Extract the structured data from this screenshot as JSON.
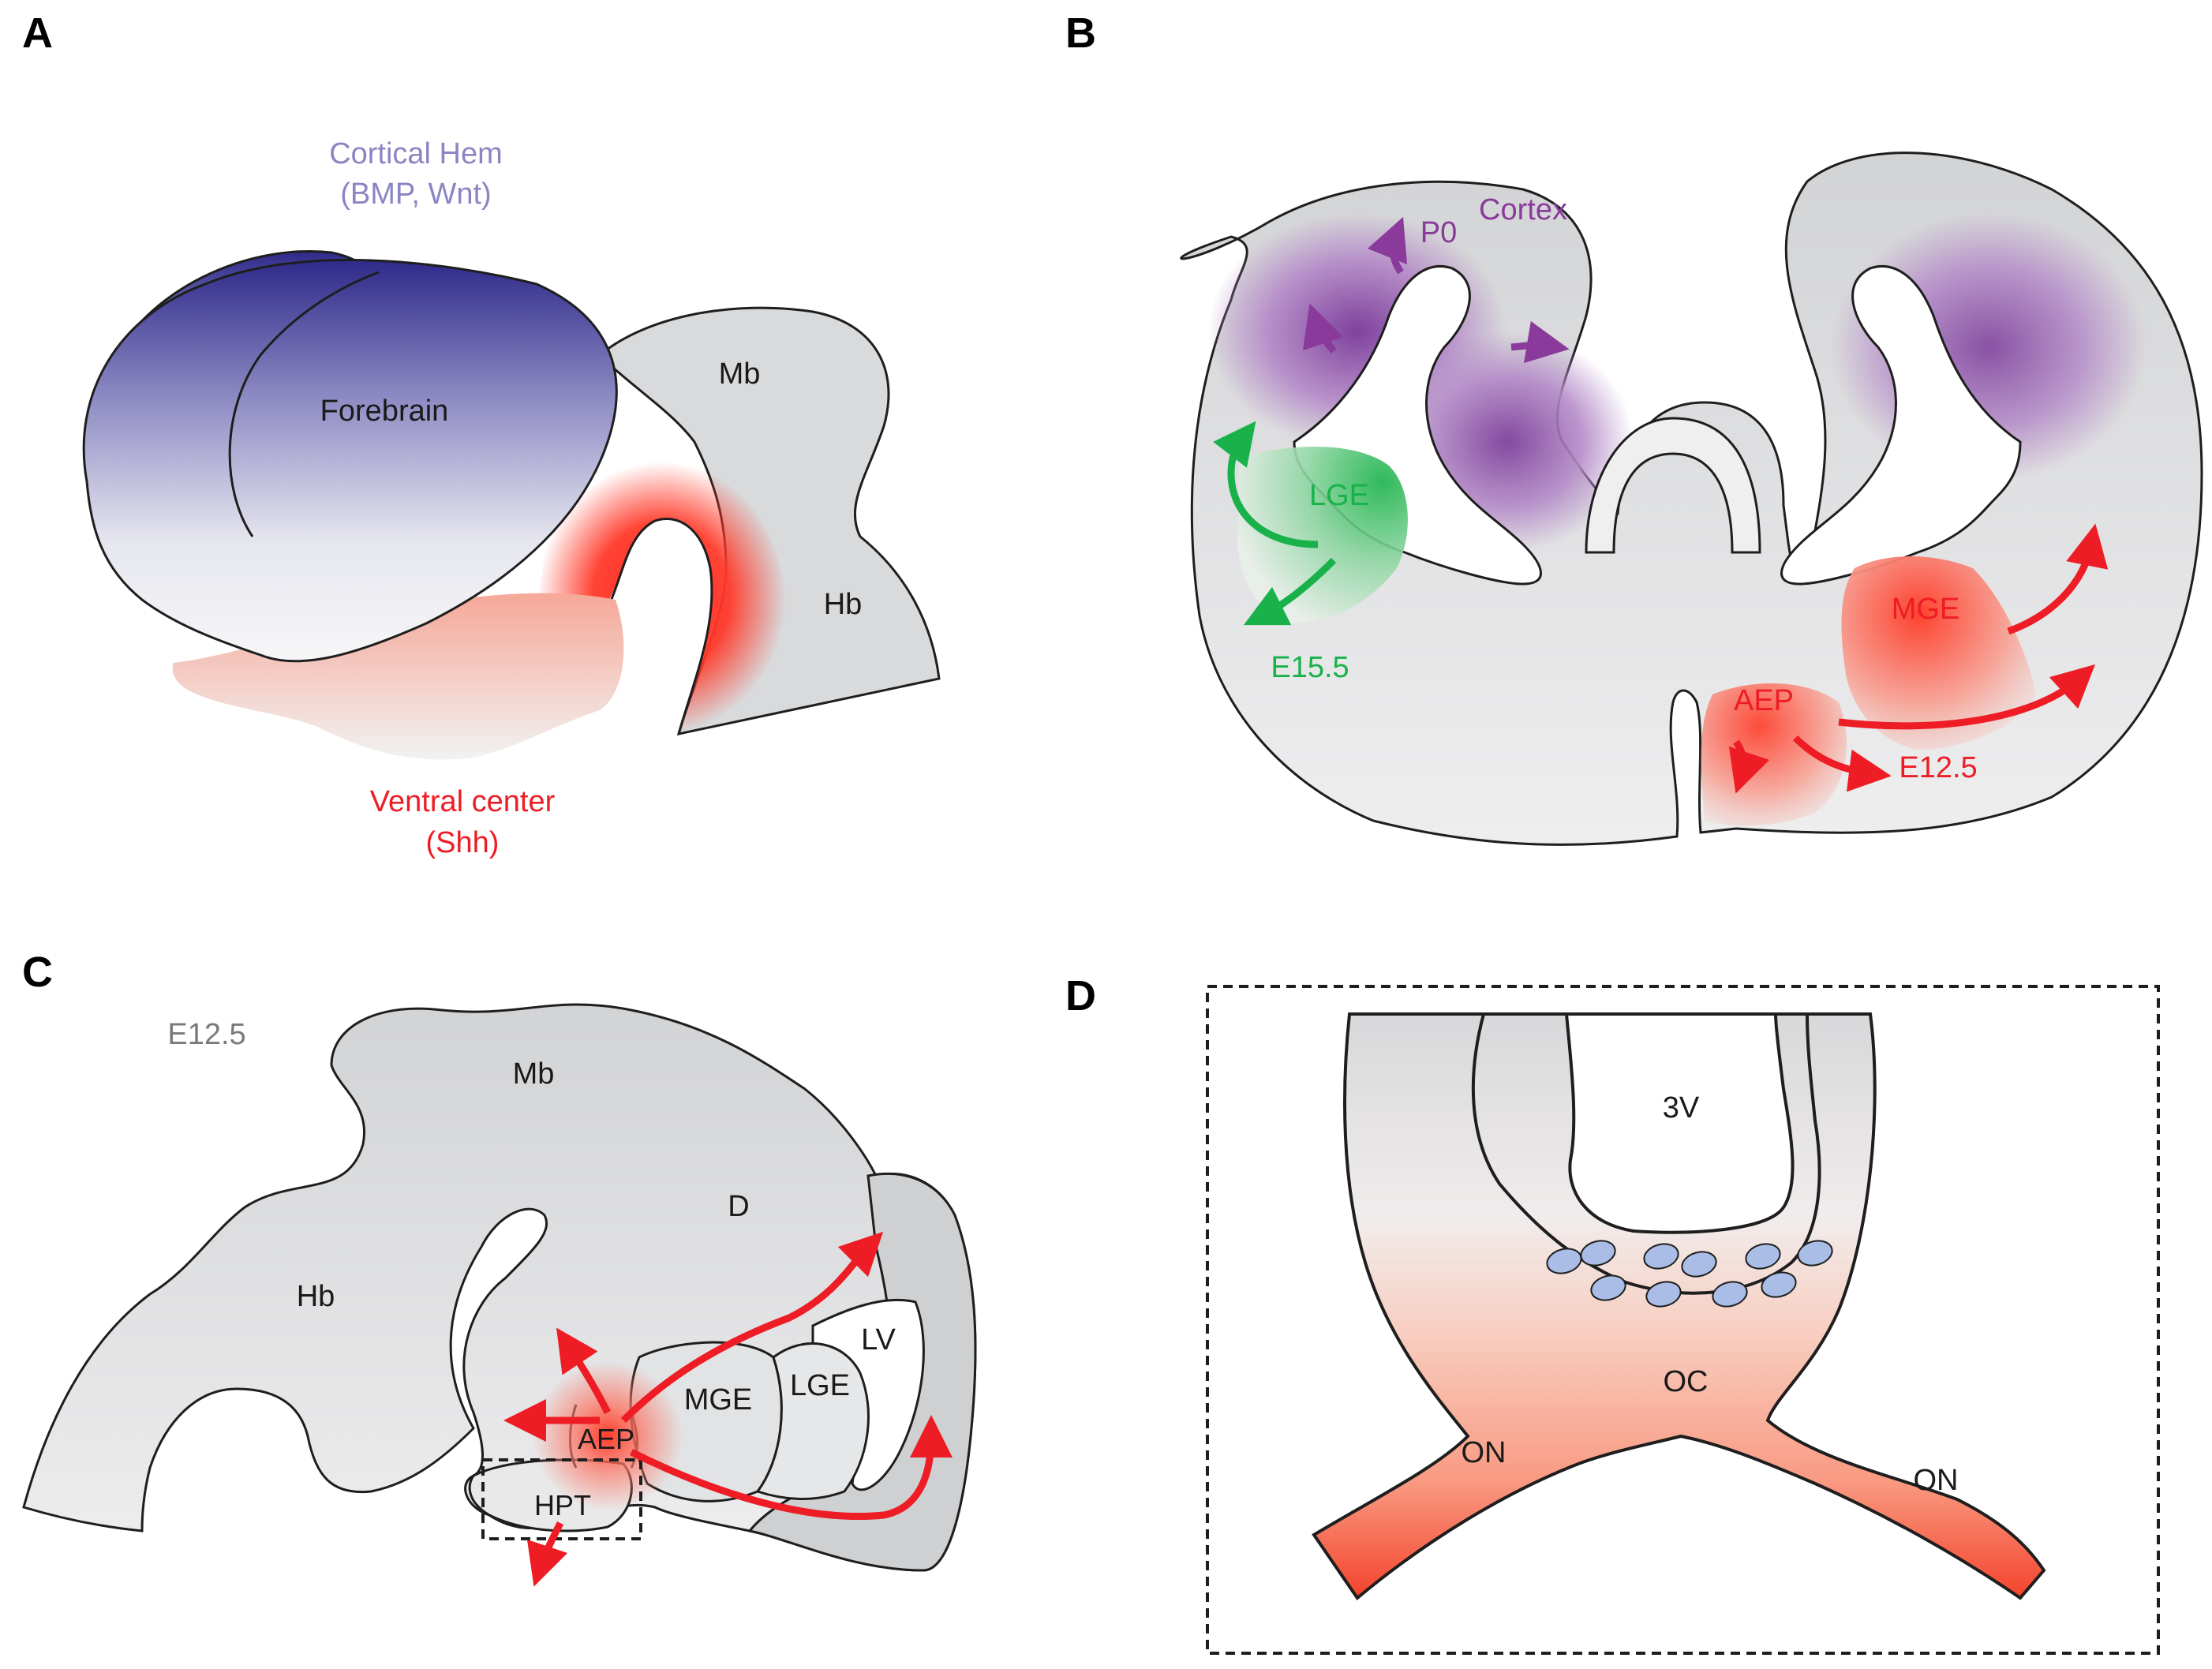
{
  "colors": {
    "outline": "#1e1e1e",
    "tissue_gray": "#d8d9da",
    "hem_purple": "#2f2a8a",
    "cortex_purple": "#7a3a9a",
    "lge_green": "#19b24a",
    "shh_red": "#ff1a1a",
    "ventricle_cell": "#a9bde6",
    "arrow_red": "#ee1c24"
  },
  "panels": {
    "A": {
      "letter": "A",
      "hem_label_line1": "Cortical Hem",
      "hem_label_line2": "(BMP, Wnt)",
      "forebrain": "Forebrain",
      "mb": "Mb",
      "hb": "Hb",
      "ventral_line1": "Ventral center",
      "ventral_line2": "(Shh)"
    },
    "B": {
      "letter": "B",
      "p0": "P0",
      "cortex": "Cortex",
      "lge": "LGE",
      "e155": "E15.5",
      "mge": "MGE",
      "aep": "AEP",
      "e125": "E12.5"
    },
    "C": {
      "letter": "C",
      "stage": "E12.5",
      "mb": "Mb",
      "d": "D",
      "hb": "Hb",
      "lv": "LV",
      "mge": "MGE",
      "lge": "LGE",
      "aep": "AEP",
      "hpt": "HPT"
    },
    "D": {
      "letter": "D",
      "v3": "3V",
      "oc": "OC",
      "on_left": "ON",
      "on_right": "ON"
    }
  }
}
